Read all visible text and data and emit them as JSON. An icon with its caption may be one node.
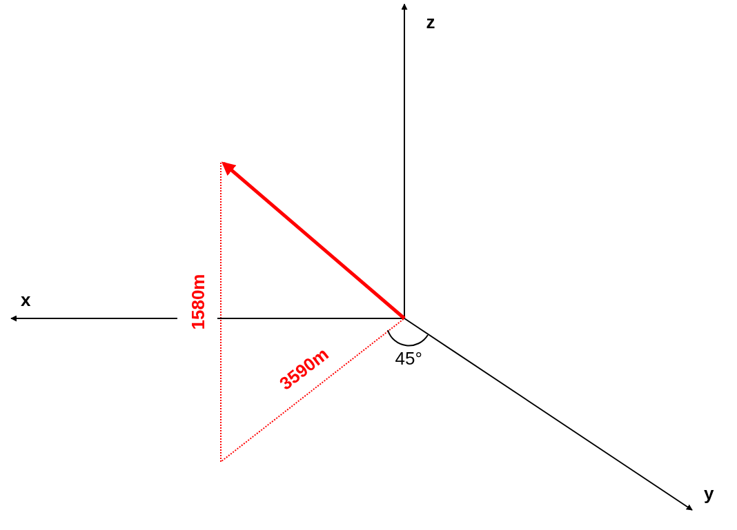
{
  "diagram": {
    "labels": [
      "z",
      "x",
      "1580m",
      "3590m",
      "45°",
      "y"
    ]
  }
}
